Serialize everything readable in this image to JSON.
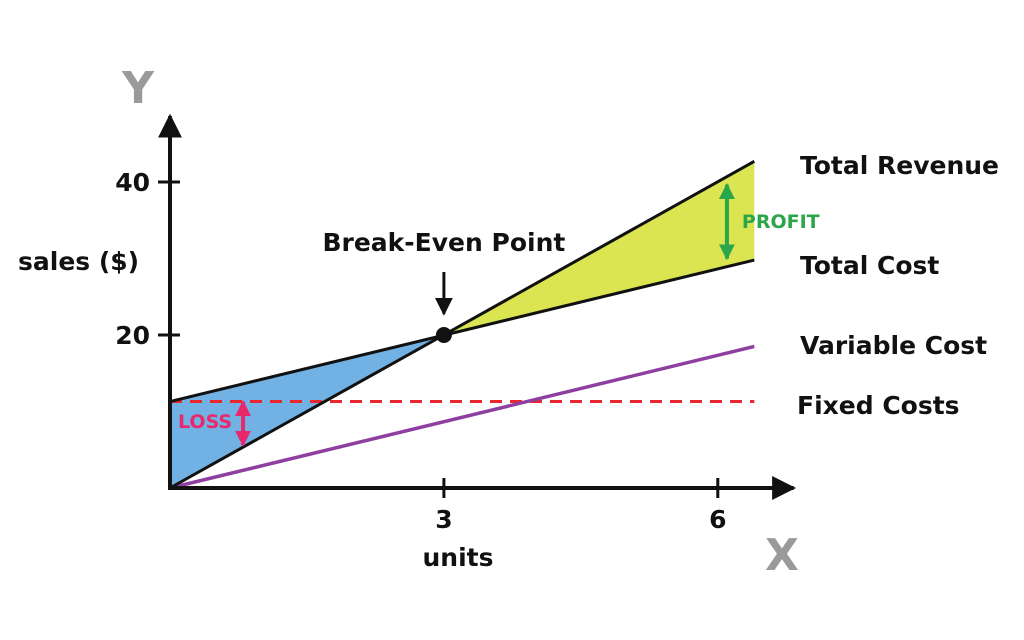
{
  "chart_data": {
    "type": "line",
    "xlabel": "units",
    "ylabel": "sales ($)",
    "axis_letters": {
      "x": "X",
      "y": "Y"
    },
    "xlim": [
      0,
      6.7
    ],
    "ylim": [
      0,
      46
    ],
    "x_ticks": [
      3,
      6
    ],
    "y_ticks": [
      20,
      40
    ],
    "series": [
      {
        "name": "Total Revenue",
        "x": [
          0,
          6.4
        ],
        "y": [
          0,
          42.7
        ],
        "color": "#111111"
      },
      {
        "name": "Total Cost",
        "x": [
          0,
          6.4
        ],
        "y": [
          11.3,
          29.8
        ],
        "color": "#111111"
      },
      {
        "name": "Variable Cost",
        "x": [
          0,
          6.4
        ],
        "y": [
          0,
          18.5
        ],
        "color": "#8e3fa0"
      },
      {
        "name": "Fixed Costs",
        "x": [
          0,
          6.4
        ],
        "y": [
          11.3,
          11.3
        ],
        "color": "#e8282e",
        "dashed": true
      }
    ],
    "annotations": {
      "break_even": {
        "label": "Break-Even Point",
        "x": 3,
        "y": 20
      },
      "profit": {
        "label": "PROFIT",
        "x": 6.1,
        "color": "#2ca64a",
        "fill": "#dbe551"
      },
      "loss": {
        "label": "LOSS",
        "x": 0.8,
        "color": "#e8286a",
        "fill": "#72b1e3"
      }
    },
    "grid": false,
    "legend": "labels-at-line-ends"
  }
}
